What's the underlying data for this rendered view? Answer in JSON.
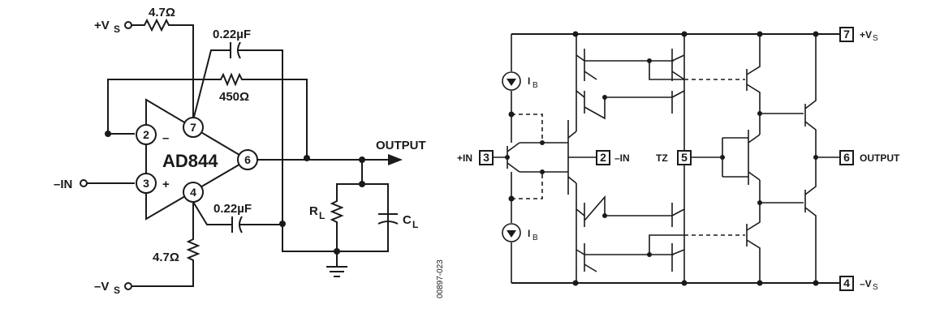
{
  "left_circuit": {
    "supply_pos": "+V",
    "supply_pos_sub": "S",
    "supply_neg": "–V",
    "supply_neg_sub": "S",
    "r_top": "4.7Ω",
    "r_bottom": "4.7Ω",
    "cap_top": "0.22µF",
    "cap_bottom": "0.22µF",
    "r_feedback": "450Ω",
    "part": "AD844",
    "in_neg": "–IN",
    "output": "OUTPUT",
    "load_r": "R",
    "load_r_sub": "L",
    "load_c": "C",
    "load_c_sub": "L",
    "pins": {
      "p2": "2",
      "p3": "3",
      "p6": "6",
      "p7": "7",
      "p4": "4"
    },
    "minus_sign": "–",
    "plus_sign": "+"
  },
  "figure_id": "00897-023",
  "right_circuit": {
    "ib_top": "I",
    "ib_top_sub": "B",
    "ib_bottom": "I",
    "ib_bottom_sub": "B",
    "in_pos_label": "+IN",
    "pin3": "3",
    "pin2": "2",
    "in_neg_label": "–IN",
    "tz_label": "TZ",
    "pin5": "5",
    "pin7": "7",
    "vs_pos_label": "+V",
    "vs_pos_sub": "S",
    "pin6": "6",
    "output_label": "OUTPUT",
    "pin4": "4",
    "vs_neg_label": "–V",
    "vs_neg_sub": "S"
  }
}
